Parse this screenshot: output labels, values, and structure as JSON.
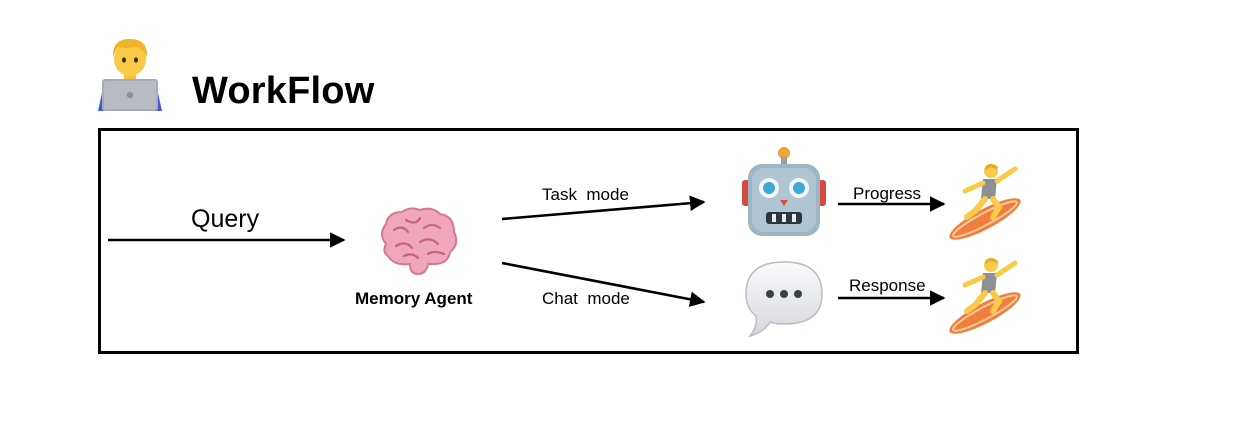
{
  "header": {
    "title": "WorkFlow",
    "icon": "person-at-laptop-icon"
  },
  "diagram": {
    "query_label": "Query",
    "memory_agent": {
      "label": "Memory Agent",
      "icon": "brain-icon"
    },
    "task_branch": {
      "label": "Task  mode",
      "icon": "robot-icon",
      "result_label": "Progress",
      "result_icon": "surfer-icon"
    },
    "chat_branch": {
      "label": "Chat  mode",
      "icon": "speech-bubble-icon",
      "result_label": "Response",
      "result_icon": "surfer-icon"
    }
  },
  "colors": {
    "line": "#000000",
    "brain": "#F0A7BC",
    "robot_face": "#9DB6C4",
    "robot_eye": "#3FA9D6",
    "surfboard": "#F07F3C",
    "bubble": "#E9E9EE"
  }
}
